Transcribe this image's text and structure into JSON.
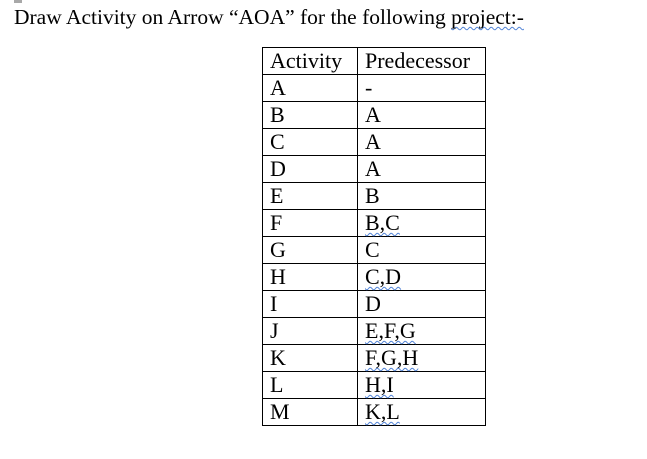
{
  "title": {
    "plain": "Draw Activity on Arrow “AOA” for the following ",
    "flagged": "project:-"
  },
  "colors": {
    "text": "#000000",
    "table_border": "#000000",
    "grammar_squiggle": "#4f82d6",
    "background": "#ffffff"
  },
  "table": {
    "headers": [
      "Activity",
      "Predecessor"
    ],
    "rows": [
      {
        "activity": "A",
        "predecessor": "-",
        "flagged": false
      },
      {
        "activity": "B",
        "predecessor": "A",
        "flagged": false
      },
      {
        "activity": "C",
        "predecessor": "A",
        "flagged": false
      },
      {
        "activity": "D",
        "predecessor": "A",
        "flagged": false
      },
      {
        "activity": "E",
        "predecessor": "B",
        "flagged": false
      },
      {
        "activity": "F",
        "predecessor": "B,C",
        "flagged": true
      },
      {
        "activity": "G",
        "predecessor": "C",
        "flagged": false
      },
      {
        "activity": "H",
        "predecessor": "C,D",
        "flagged": true
      },
      {
        "activity": "I",
        "predecessor": "D",
        "flagged": false
      },
      {
        "activity": "J",
        "predecessor": "E,F,G",
        "flagged": true
      },
      {
        "activity": "K",
        "predecessor": "F,G,H",
        "flagged": true
      },
      {
        "activity": "L",
        "predecessor": "H,I",
        "flagged": true
      },
      {
        "activity": "M",
        "predecessor": "K,L",
        "flagged": true
      }
    ]
  }
}
